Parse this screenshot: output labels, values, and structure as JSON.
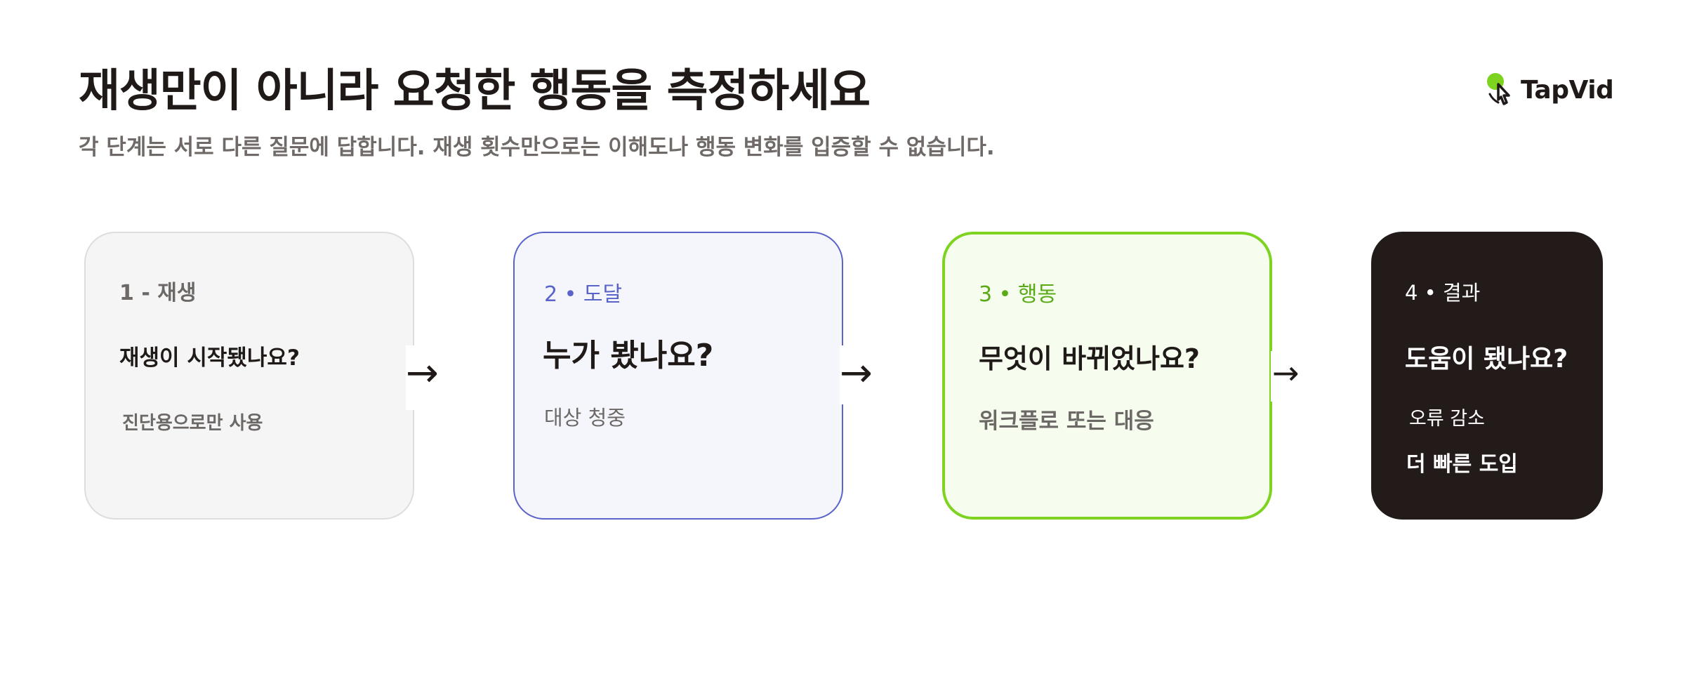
{
  "header": {
    "title": "재생만이 아니라 요청한 행동을 측정하세요",
    "subtitle": "각 단계는 서로 다른 질문에 답합니다. 재생 횟수만으로는 이해도나 행동 변화를 입증할 수 없습니다."
  },
  "brand": {
    "name": "TapVid",
    "accent": "#7ed321"
  },
  "stages": [
    {
      "step": "1 - 재생",
      "question": "재생이 시작됐나요?",
      "detail": "진단용으로만 사용"
    },
    {
      "step": "2 • 도달",
      "question": "누가 봤나요?",
      "detail": "대상 청중"
    },
    {
      "step": "3 • 행동",
      "question": "무엇이 바뀌었나요?",
      "detail": "워크플로 또는 대응"
    },
    {
      "step": "4 • 결과",
      "question": "도움이 됐나요?",
      "details": [
        "오류 감소",
        "더 빠른 도입"
      ]
    }
  ],
  "arrows": [
    "→",
    "→",
    "→"
  ],
  "colors": {
    "stage1_border": "#dddde0",
    "stage2_accent": "#5a63c8",
    "stage3_accent": "#7ed321",
    "stage4_bg": "#221b1a"
  }
}
